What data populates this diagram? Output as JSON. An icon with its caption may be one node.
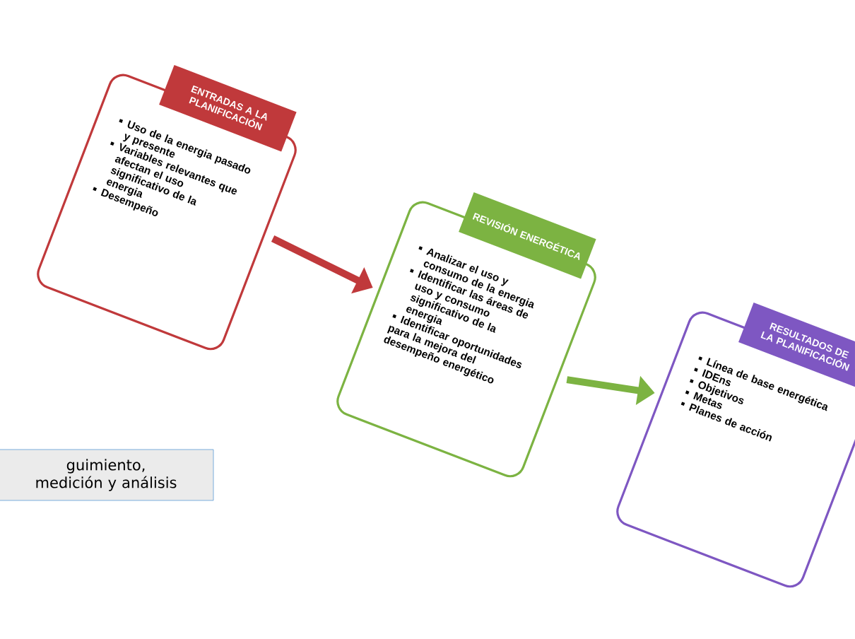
{
  "diagram": {
    "nodes": [
      {
        "text": [
          "ENTRADAS A LA PLANIFICACIÓN",
          "Uso de la energia pasado y presente",
          "Variables relevantes que afectan el uso significativo de la energia",
          "Desempeño"
        ]
      },
      {
        "text": [
          "REVISIÓN ENERGÉTICA",
          "Analizar el uso y consumo de la energia",
          "Identificar las áreas de uso y consumo significativo de la energia",
          "Identificar oportunidades para la mejora del desempeño energético"
        ]
      },
      {
        "text": [
          "RESULTADOS DE LA PLANIFICACIÓN",
          "Línea de base energética",
          "IDEns",
          "Objetivos",
          "Metas",
          "Planes de acción"
        ]
      },
      {
        "text": [
          "guimiento, medición y análisis"
        ]
      }
    ],
    "edges": [
      {
        "from": 0,
        "to": 1,
        "arrow": "to",
        "color": "#c0393b"
      },
      {
        "from": 1,
        "to": 2,
        "arrow": "to",
        "color": "#7cb342"
      }
    ]
  }
}
